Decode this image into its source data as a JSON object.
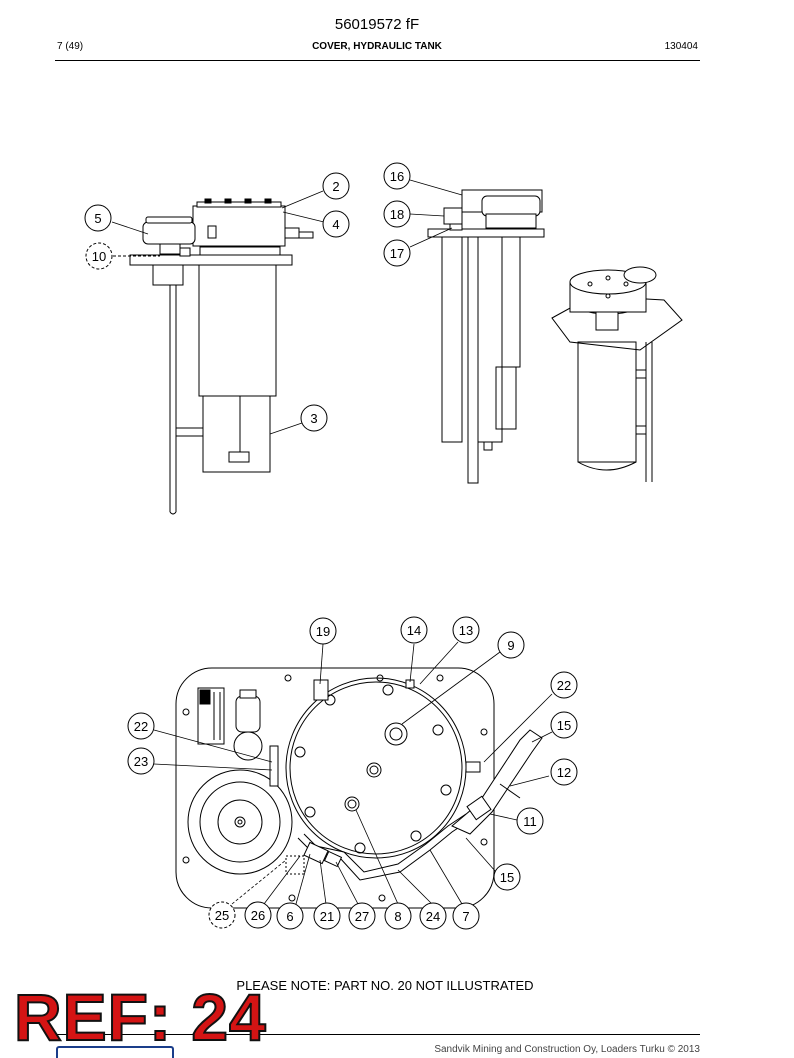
{
  "header": {
    "doc_number": "56019572 fF",
    "page_count": "7 (49)",
    "title": "COVER, HYDRAULIC TANK",
    "date": "130404"
  },
  "callouts": [
    "2",
    "4",
    "5",
    "10",
    "3",
    "16",
    "18",
    "17",
    "19",
    "14",
    "13",
    "9",
    "22",
    "15",
    "12",
    "11",
    "15",
    "23",
    "25",
    "26",
    "6",
    "21",
    "27",
    "8",
    "24",
    "7"
  ],
  "note": "PLEASE NOTE: PART NO. 20 NOT ILLUSTRATED",
  "stamp": "REF: 24",
  "footer": {
    "copyright": "Sandvik Mining and Construction Oy, Loaders Turku © 2013"
  }
}
